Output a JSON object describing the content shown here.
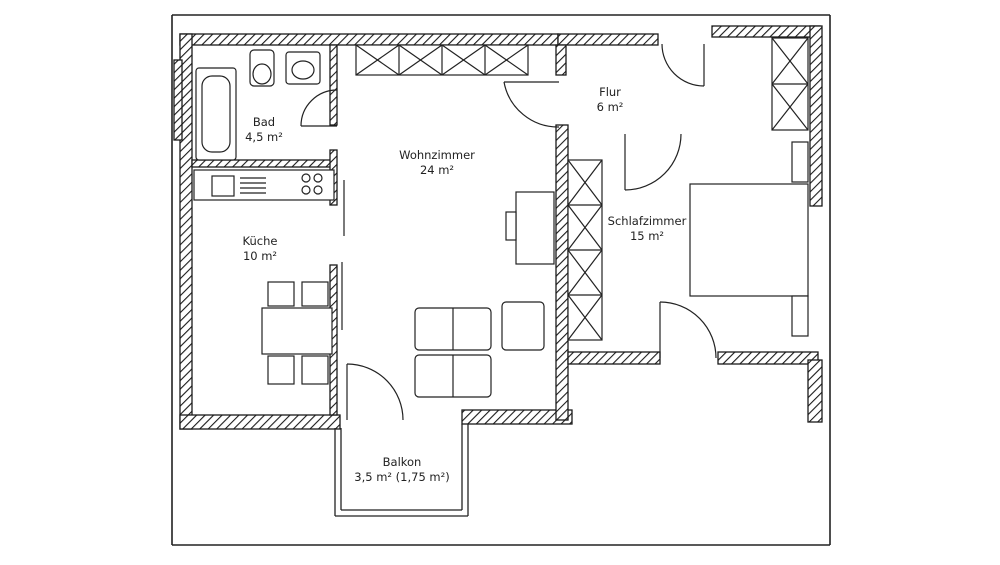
{
  "plan": {
    "rooms": [
      {
        "id": "bad",
        "name": "Bad",
        "area": "4,5 m²"
      },
      {
        "id": "wohnzimmer",
        "name": "Wohnzimmer",
        "area": "24 m²"
      },
      {
        "id": "flur",
        "name": "Flur",
        "area": "6 m²"
      },
      {
        "id": "kueche",
        "name": "Küche",
        "area": "10 m²"
      },
      {
        "id": "schlafzimmer",
        "name": "Schlafzimmer",
        "area": "15 m²"
      },
      {
        "id": "balkon",
        "name": "Balkon",
        "area": "3,5 m² (1,75 m²)"
      }
    ],
    "colors": {
      "wall": "#1a1a1a",
      "line": "#222222",
      "background": "#ffffff"
    }
  }
}
